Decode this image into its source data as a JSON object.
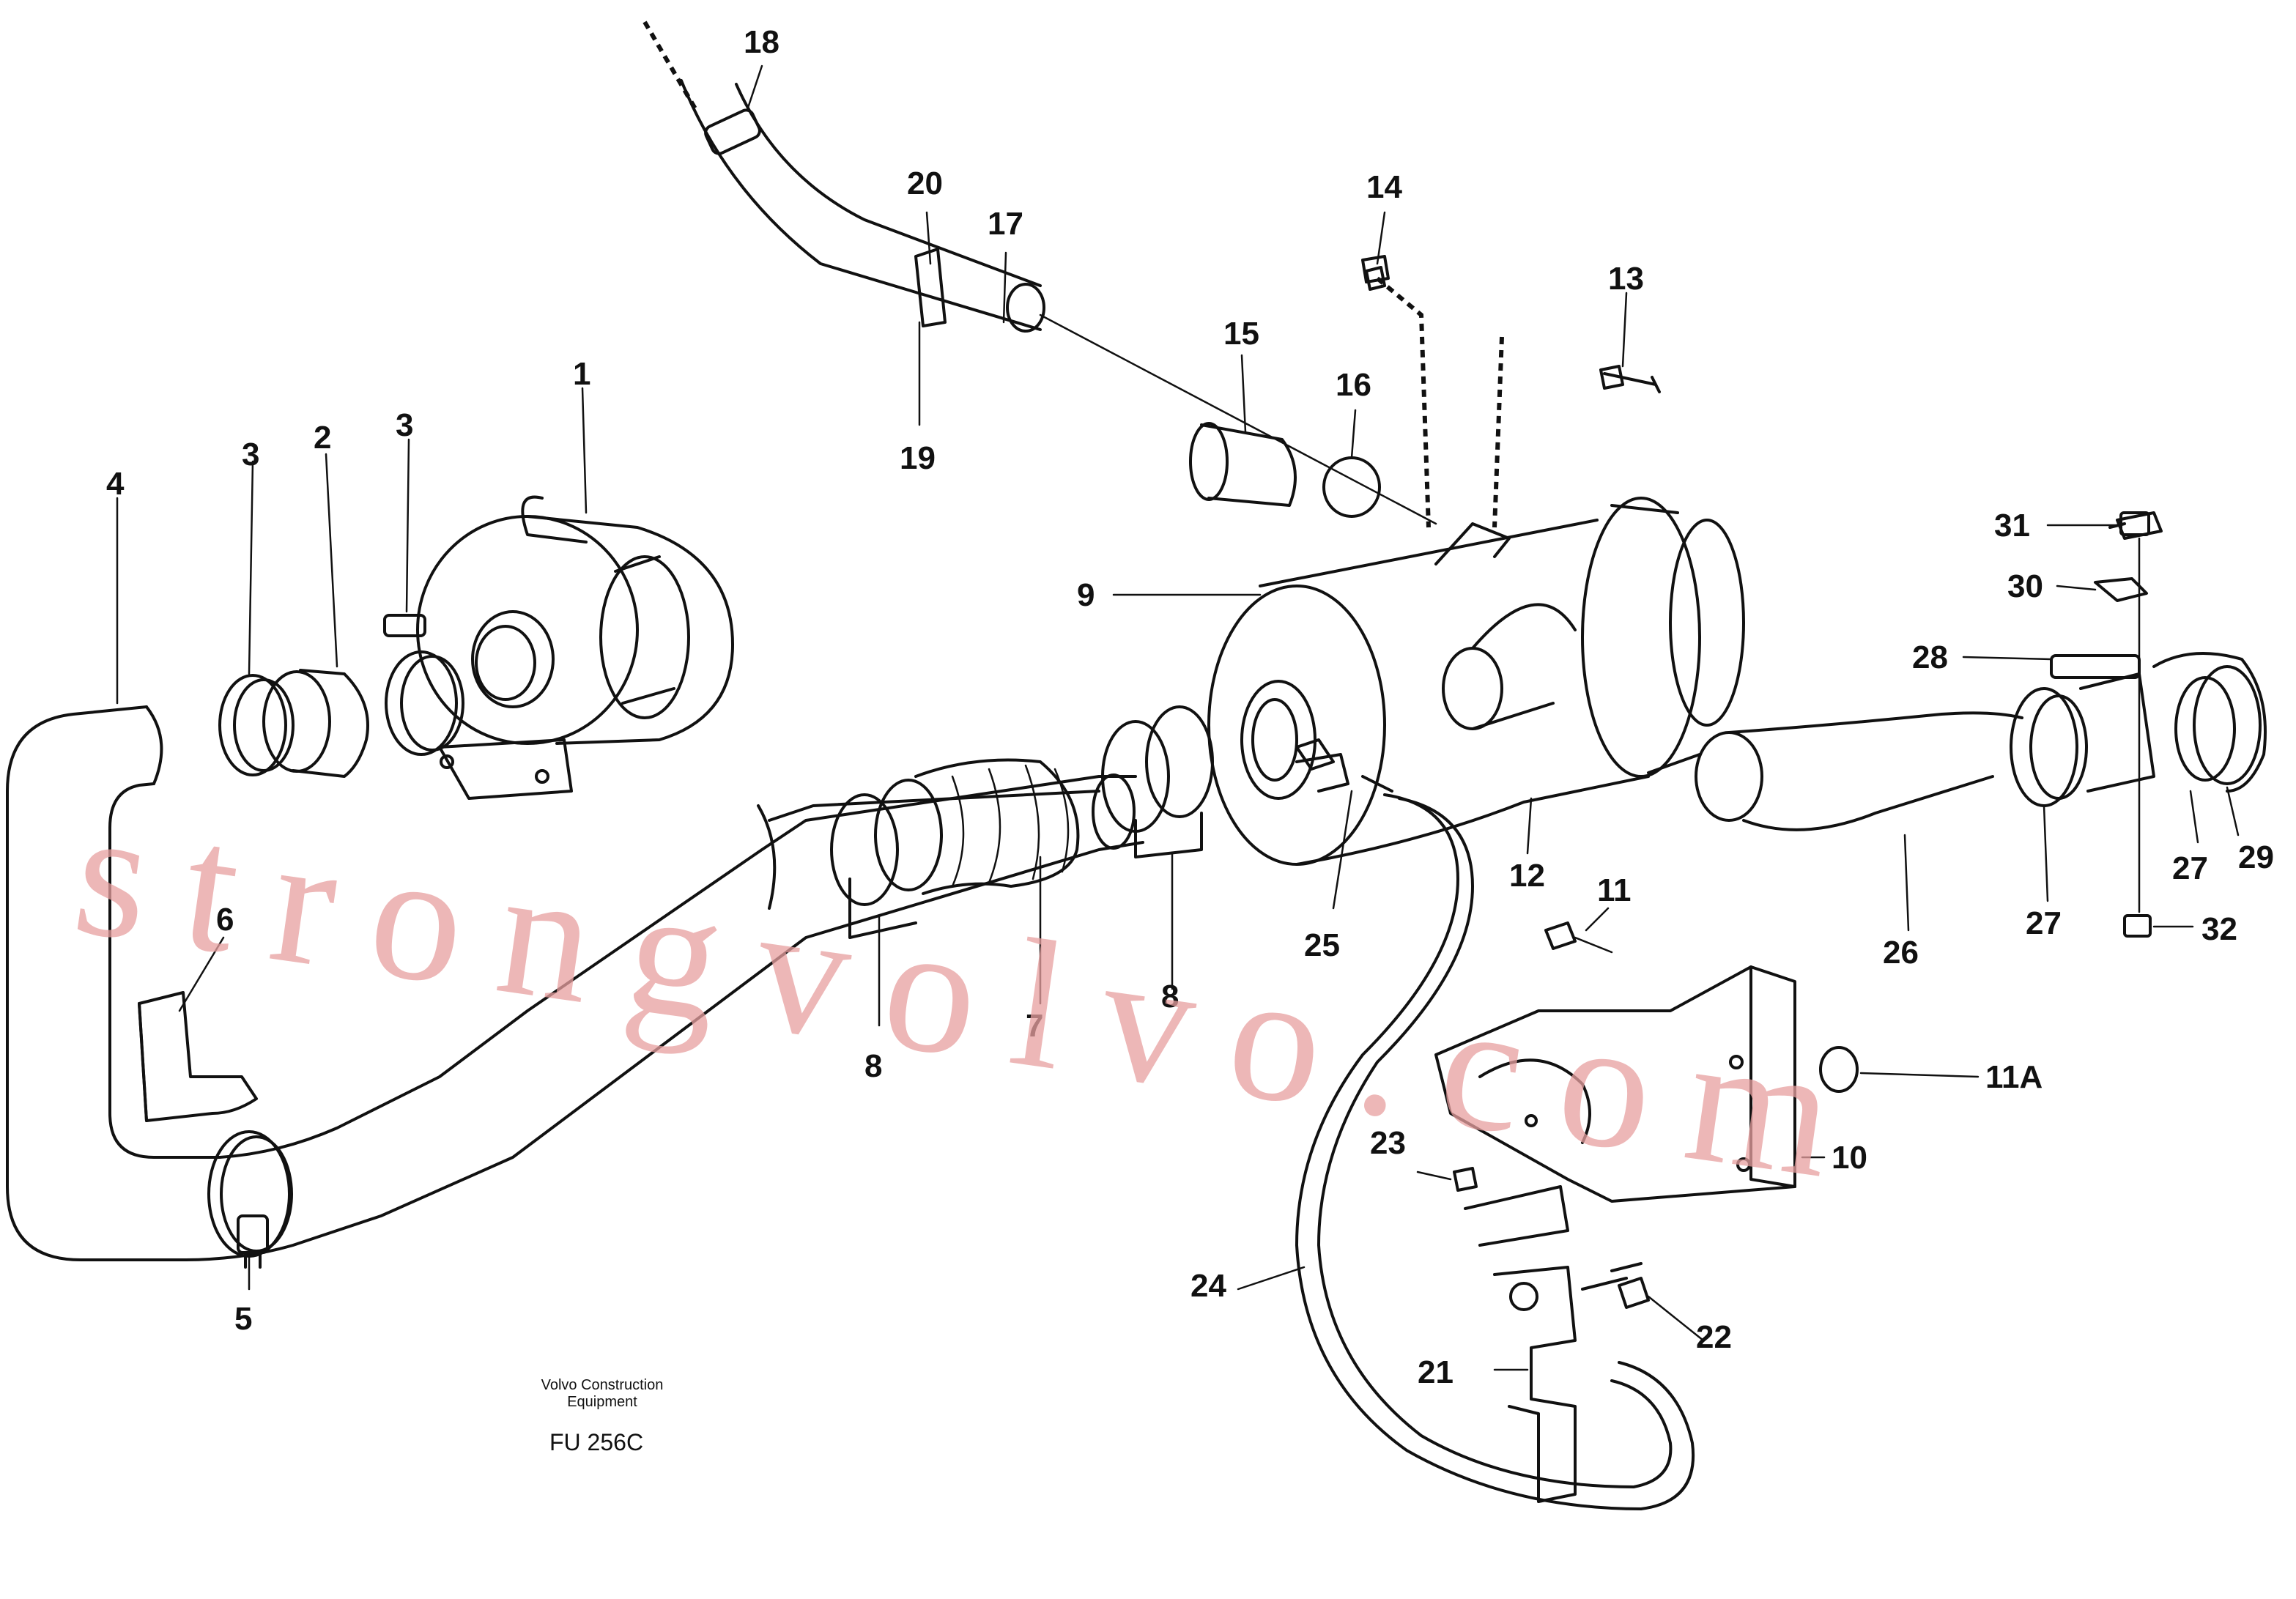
{
  "diagram": {
    "callouts": [
      "1",
      "2",
      "3",
      "3",
      "4",
      "5",
      "6",
      "7",
      "8",
      "8",
      "9",
      "10",
      "11",
      "11A",
      "12",
      "13",
      "14",
      "15",
      "16",
      "17",
      "18",
      "19",
      "20",
      "21",
      "22",
      "23",
      "24",
      "25",
      "26",
      "27",
      "27",
      "28",
      "29",
      "30",
      "31",
      "32"
    ]
  },
  "caption": {
    "line1": "Volvo Construction",
    "line2": "Equipment",
    "figure_id": "FU 256C"
  },
  "watermark": {
    "text": "strongvolvo.com",
    "color": "#e8a0a0"
  }
}
